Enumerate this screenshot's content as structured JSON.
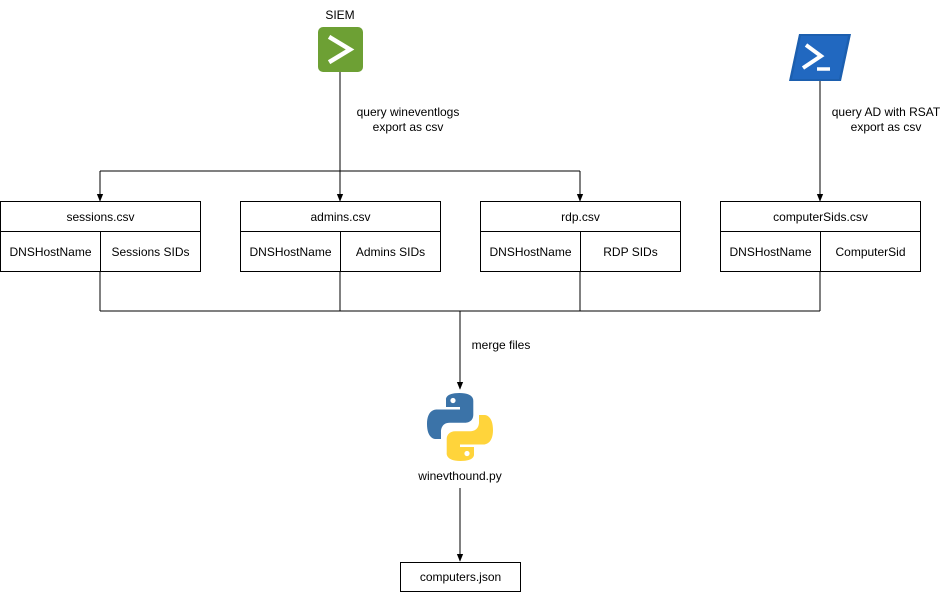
{
  "siem": {
    "label": "SIEM",
    "icon": "terminal-icon",
    "color": "#6DA034"
  },
  "powershell": {
    "icon": "powershell-icon",
    "color": "#1C5FAF"
  },
  "python": {
    "icon": "python-icon",
    "blue": "#3B73A8",
    "yellow": "#FFD43B"
  },
  "edges": {
    "siem_query": "query wineventlogs",
    "siem_export": "export as csv",
    "ad_query": "query AD with RSAT",
    "ad_export": "export as csv",
    "merge": "merge files"
  },
  "tables": [
    {
      "title": "sessions.csv",
      "col1": "DNSHostName",
      "col2": "Sessions SIDs"
    },
    {
      "title": "admins.csv",
      "col1": "DNSHostName",
      "col2": "Admins SIDs"
    },
    {
      "title": "rdp.csv",
      "col1": "DNSHostName",
      "col2": "RDP SIDs"
    },
    {
      "title": "computerSids.csv",
      "col1": "DNSHostName",
      "col2": "ComputerSid"
    }
  ],
  "script": {
    "label": "winevthound.py"
  },
  "output": {
    "label": "computers.json"
  }
}
